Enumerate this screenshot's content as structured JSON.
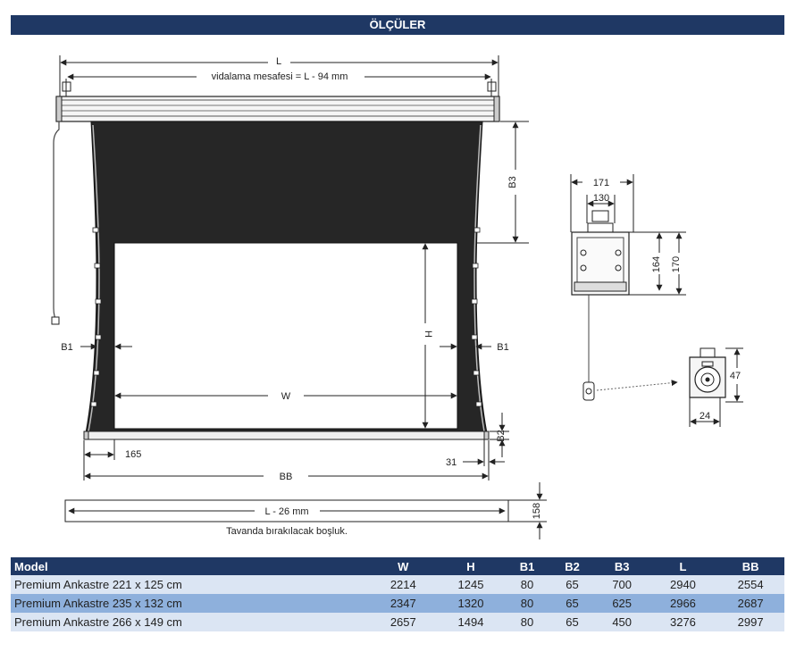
{
  "header": {
    "title": "ÖLÇÜLER"
  },
  "diagram": {
    "labels": {
      "L": "L",
      "screw": "vidalama mesafesi = L - 94 mm",
      "B3": "B3",
      "H": "H",
      "W": "W",
      "B1_left": "B1",
      "B1_right": "B1",
      "B2": "B2",
      "d165": "165",
      "d31": "31",
      "BB": "BB",
      "L26": "L - 26 mm",
      "gap": "Tavanda bırakılacak boşluk.",
      "d158": "158",
      "d171": "171",
      "d130": "130",
      "d164": "164",
      "d170": "170",
      "d47": "47",
      "d24": "24"
    }
  },
  "table": {
    "headers": [
      "Model",
      "W",
      "H",
      "B1",
      "B2",
      "B3",
      "L",
      "BB"
    ],
    "rows": [
      [
        "Premium Ankastre 221 x 125 cm",
        "2214",
        "1245",
        "80",
        "65",
        "700",
        "2940",
        "2554"
      ],
      [
        "Premium Ankastre 235 x 132 cm",
        "2347",
        "1320",
        "80",
        "65",
        "625",
        "2966",
        "2687"
      ],
      [
        "Premium Ankastre 266 x 149 cm",
        "2657",
        "1494",
        "80",
        "65",
        "450",
        "3276",
        "2997"
      ]
    ]
  }
}
